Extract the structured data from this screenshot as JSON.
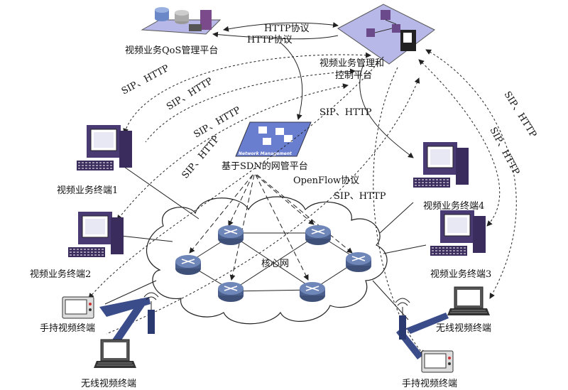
{
  "labels": {
    "qos_platform": "视频业务QoS管理平台",
    "control_platform_1": "视频业务管理和",
    "control_platform_2": "控制平台",
    "sdn_platform": "基于SDN的网管平台",
    "network_management": "Network Management",
    "openflow": "OpenFlow协议",
    "http_1": "HTTP协议",
    "http_2": "HTTP协议",
    "sip_http": "SIP、HTTP",
    "core_network": "核心网",
    "terminal_1": "视频业务终端1",
    "terminal_2": "视频业务终端2",
    "terminal_3": "视频业务终端3",
    "terminal_4": "视频业务终端4",
    "handheld_left": "手持视频终端",
    "handheld_right": "手持视频终端",
    "wireless_left": "无线视频终端",
    "wireless_right": "无线视频终端"
  },
  "colors": {
    "router": "#5a6f9a",
    "platform": "#b8b8e8",
    "computer": "#5b4a8a",
    "screen": "#ffffff",
    "cloud_stroke": "#222222",
    "link": "#222222"
  }
}
